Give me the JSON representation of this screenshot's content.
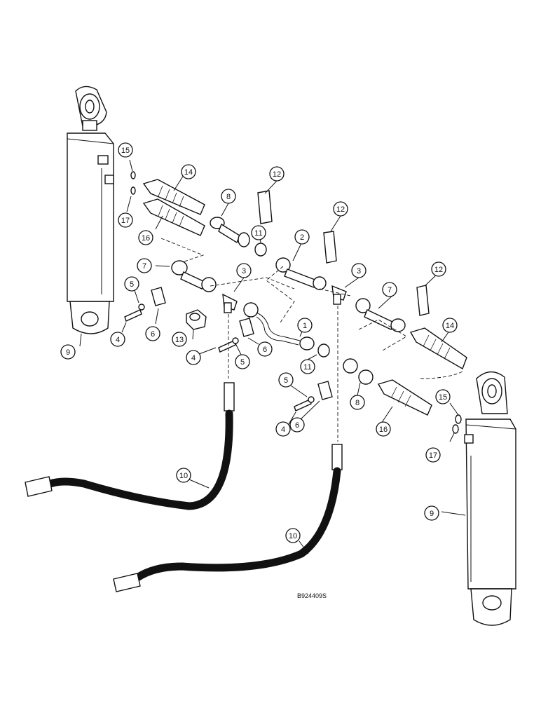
{
  "figure_id": "B924409S",
  "callouts": [
    "1",
    "2",
    "3",
    "3",
    "4",
    "4",
    "4",
    "5",
    "5",
    "5",
    "6",
    "6",
    "6",
    "7",
    "7",
    "8",
    "8",
    "9",
    "9",
    "10",
    "10",
    "11",
    "11",
    "12",
    "12",
    "12",
    "13",
    "14",
    "14",
    "15",
    "15",
    "16",
    "16",
    "17",
    "17"
  ]
}
